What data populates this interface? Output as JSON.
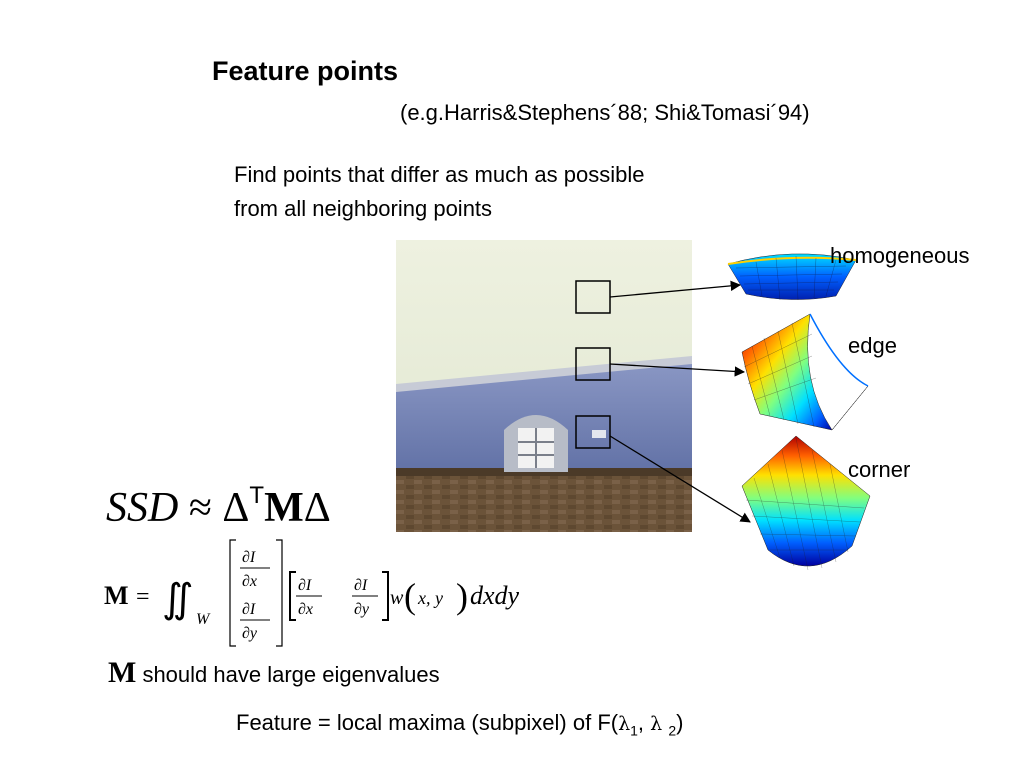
{
  "slide": {
    "title": "Feature points",
    "references": "(e.g.Harris&Stephens´88; Shi&Tomasi´94)",
    "description_line1": "Find points that differ as much as possible",
    "description_line2": "from all neighboring points"
  },
  "surfaces": {
    "homogeneous": "homogeneous",
    "edge": "edge",
    "corner": "corner"
  },
  "formula_ssd": {
    "lhs": "SSD",
    "approx": "≈",
    "delta": "Δ",
    "transpose": "T",
    "matrix": "M",
    "delta2": "Δ"
  },
  "formula_m": {
    "lhs": "M",
    "equals": "=",
    "integral": "∬",
    "domain": "W",
    "dI": "∂I",
    "dx": "∂x",
    "dy": "∂y",
    "weight": "w",
    "args": "x, y",
    "differential": "dxdy"
  },
  "eigen_note": {
    "matrix": "M",
    "text": " should have large eigenvalues"
  },
  "feature_def": {
    "prefix": "Feature = local maxima (subpixel) of F(",
    "lambda": "λ",
    "sub1": "1",
    "sep": ", ",
    "sub2": "2",
    "suffix": ")"
  },
  "colors": {
    "sky": "#e6ecd6",
    "roof": "#6f7fb0",
    "wall": "#6a5238",
    "surface_palette": [
      "#00009f",
      "#0060ff",
      "#00e0ff",
      "#80ff80",
      "#ffe000",
      "#ff6000",
      "#b00000"
    ]
  }
}
